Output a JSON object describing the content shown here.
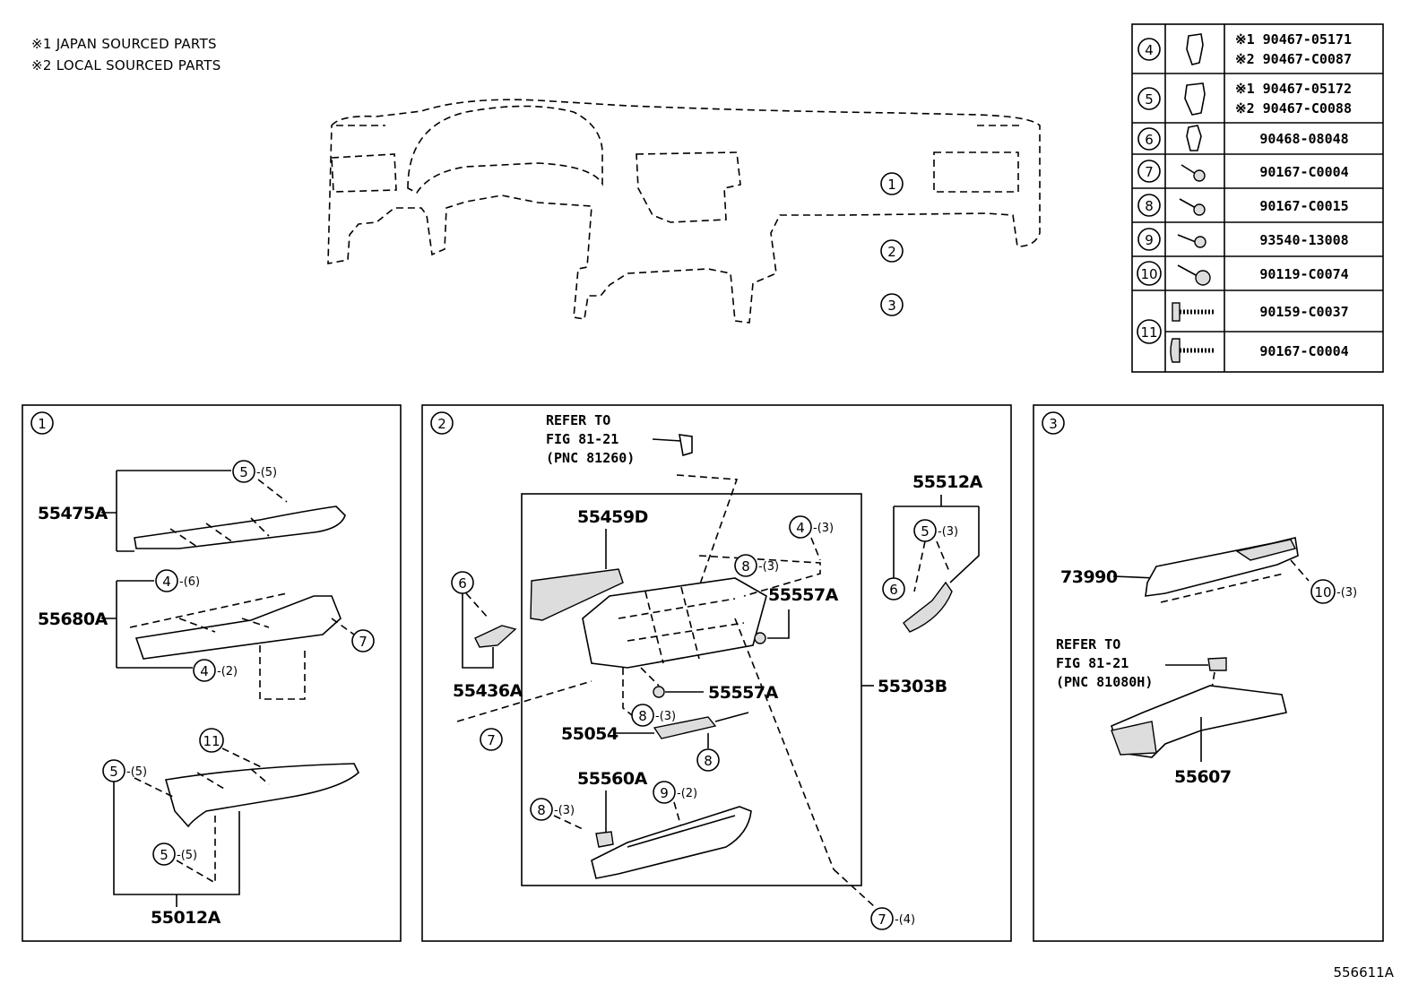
{
  "notes": [
    "※1 JAPAN SOURCED PARTS",
    "※2 LOCAL SOURCED PARTS"
  ],
  "overview": {
    "callouts": [
      "1",
      "2",
      "3"
    ]
  },
  "fastener_table": [
    {
      "ref": "4",
      "lines": [
        "※1 90467-05171",
        "※2 90467-C0087"
      ],
      "icon": "clip-icon"
    },
    {
      "ref": "5",
      "lines": [
        "※1 90467-05172",
        "※2 90467-C0088"
      ],
      "icon": "clip-icon"
    },
    {
      "ref": "6",
      "lines": [
        "90468-08048"
      ],
      "icon": "clip-icon"
    },
    {
      "ref": "7",
      "lines": [
        "90167-C0004"
      ],
      "icon": "screw-icon"
    },
    {
      "ref": "8",
      "lines": [
        "90167-C0015"
      ],
      "icon": "screw-icon"
    },
    {
      "ref": "9",
      "lines": [
        "93540-13008"
      ],
      "icon": "screw-icon"
    },
    {
      "ref": "10",
      "lines": [
        "90119-C0074"
      ],
      "icon": "bolt-icon"
    },
    {
      "ref": "11",
      "lines": [
        "90159-C0037",
        "90167-C0004"
      ],
      "icon": "screw-icon"
    }
  ],
  "panel1": {
    "id": "1",
    "parts": [
      "55475A",
      "55680A",
      "55012A"
    ],
    "callouts": [
      {
        "ref": "5",
        "qty": "-(5)"
      },
      {
        "ref": "4",
        "qty": "-(6)"
      },
      {
        "ref": "7",
        "qty": ""
      },
      {
        "ref": "4",
        "qty": "-(2)"
      },
      {
        "ref": "11",
        "qty": ""
      },
      {
        "ref": "5",
        "qty": "-(5)"
      },
      {
        "ref": "5",
        "qty": "-(5)"
      }
    ]
  },
  "panel2": {
    "id": "2",
    "refer": [
      "REFER TO",
      "FIG 81-21",
      "(PNC 81260)"
    ],
    "parts": [
      "55459D",
      "55436A",
      "55557A",
      "55557A",
      "55303B",
      "55054",
      "55560A",
      "55512A"
    ],
    "callouts": [
      {
        "ref": "4",
        "qty": "-(3)"
      },
      {
        "ref": "8",
        "qty": "-(3)"
      },
      {
        "ref": "6",
        "qty": ""
      },
      {
        "ref": "8",
        "qty": "-(3)"
      },
      {
        "ref": "7",
        "qty": ""
      },
      {
        "ref": "8",
        "qty": ""
      },
      {
        "ref": "9",
        "qty": "-(2)"
      },
      {
        "ref": "8",
        "qty": "-(3)"
      },
      {
        "ref": "5",
        "qty": "-(3)"
      },
      {
        "ref": "6",
        "qty": ""
      },
      {
        "ref": "7",
        "qty": "-(4)"
      }
    ]
  },
  "panel3": {
    "id": "3",
    "refer": [
      "REFER TO",
      "FIG 81-21",
      "(PNC 81080H)"
    ],
    "parts": [
      "73990",
      "55607"
    ],
    "callouts": [
      {
        "ref": "10",
        "qty": "-(3)"
      }
    ]
  },
  "figure_id": "556611A"
}
